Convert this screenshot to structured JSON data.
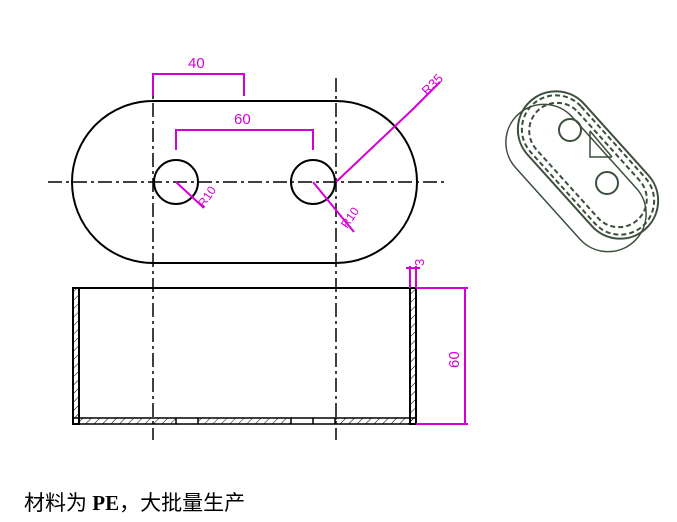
{
  "dimensions": {
    "hole_spacing_half": "40",
    "hole_spacing": "60",
    "outer_radius": "R35",
    "hole_radius_left": "R10",
    "hole_radius_right": "R10",
    "wall_thickness": "3",
    "height": "60"
  },
  "caption": {
    "prefix": "材料为 ",
    "material": "PE",
    "suffix": "，大批量生产"
  },
  "colors": {
    "outline": "#000000",
    "dimension": "#d600d6",
    "iso_model": "#3c4f3c"
  }
}
